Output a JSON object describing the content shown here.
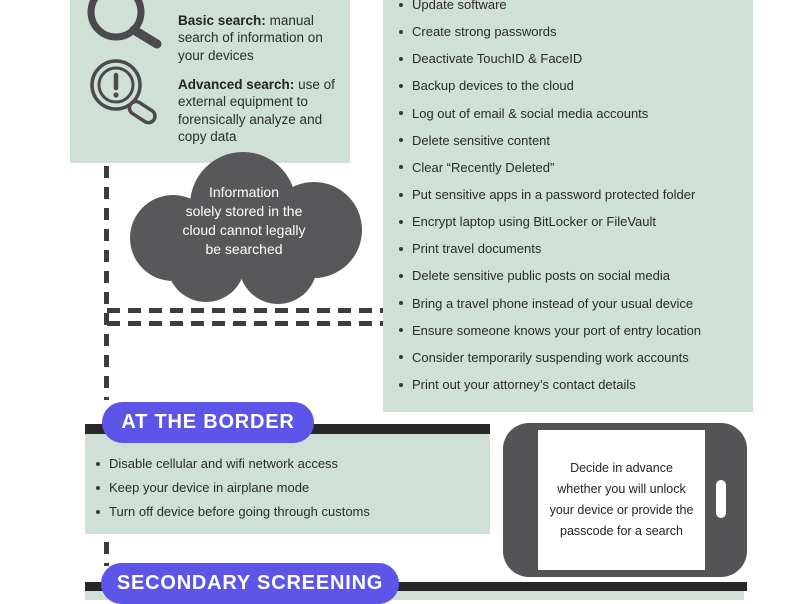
{
  "colors": {
    "mint": "#cfe0d7",
    "dark_gray": "#58585a",
    "bar_black": "#282828",
    "purple": "#5d55e8",
    "text": "#2b2b2d"
  },
  "icons": {
    "basic_search": "magnifier-icon",
    "advanced_search": "magnifier-alert-icon",
    "cloud": "cloud-shape",
    "phone": "smartphone-shape"
  },
  "search_types": {
    "basic": {
      "label": "Basic search:",
      "text": "manual search of information on your devices"
    },
    "advanced": {
      "label": "Advanced search:",
      "text": "use of external equipment to forensically analyze and copy data"
    }
  },
  "cloud_note": "Information\nsolely stored in the\ncloud cannot legally\nbe searched",
  "checklist": {
    "items": [
      "Update software",
      "Create strong passwords",
      "Deactivate TouchID & FaceID",
      "Backup devices to the cloud",
      "Log out of email & social media accounts",
      "Delete sensitive content",
      "Clear “Recently Deleted”",
      "Put sensitive apps in a password protected folder",
      "Encrypt laptop using BitLocker or FileVault",
      "Print travel documents",
      "Delete sensitive public posts on social media",
      "Bring a travel phone instead of your usual device",
      "Ensure someone knows your port of entry location",
      "Consider temporarily suspending work accounts",
      "Print out your attorney’s contact details"
    ]
  },
  "at_border": {
    "title": "AT THE BORDER",
    "items": [
      "Disable cellular and wifi network access",
      "Keep your device in airplane mode",
      "Turn off device before going through customs"
    ]
  },
  "phone_note": "Decide in advance whether you will unlock your device or provide the passcode for a search",
  "secondary_screening": {
    "title": "SECONDARY SCREENING"
  }
}
